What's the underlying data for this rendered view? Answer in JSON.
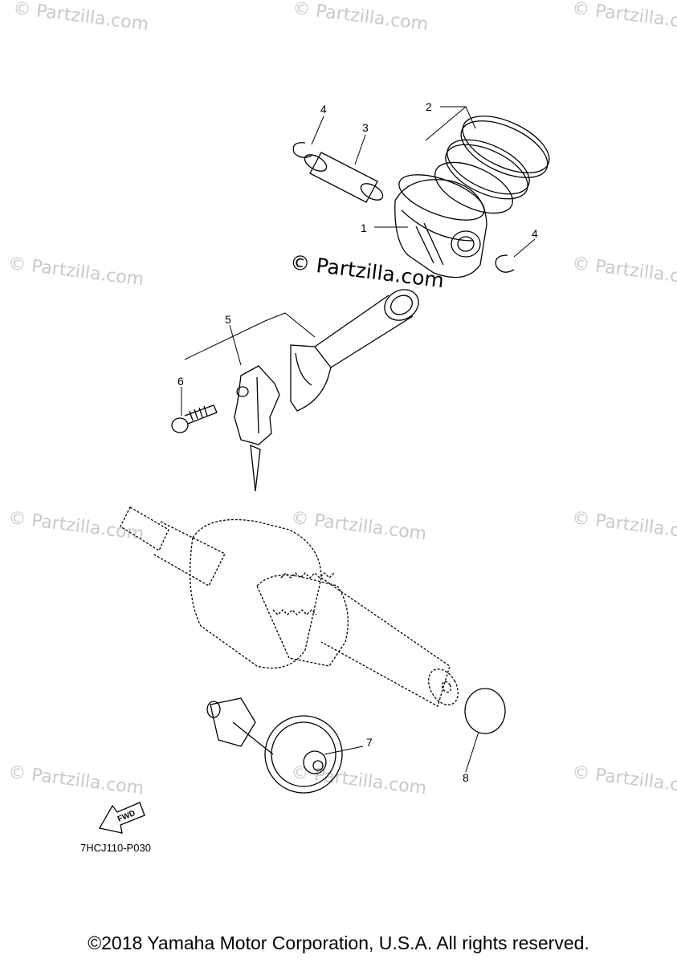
{
  "watermark": "© Partzilla.com",
  "callouts": [
    {
      "n": "1"
    },
    {
      "n": "2"
    },
    {
      "n": "3"
    },
    {
      "n": "4"
    },
    {
      "n": "4"
    },
    {
      "n": "5"
    },
    {
      "n": "6"
    },
    {
      "n": "7"
    },
    {
      "n": "8"
    }
  ],
  "fwd_label": "FWD",
  "diagram_code": "7HCJ110-P030",
  "copyright": "©2018 Yamaha Motor Corporation, U.S.A. All rights reserved."
}
